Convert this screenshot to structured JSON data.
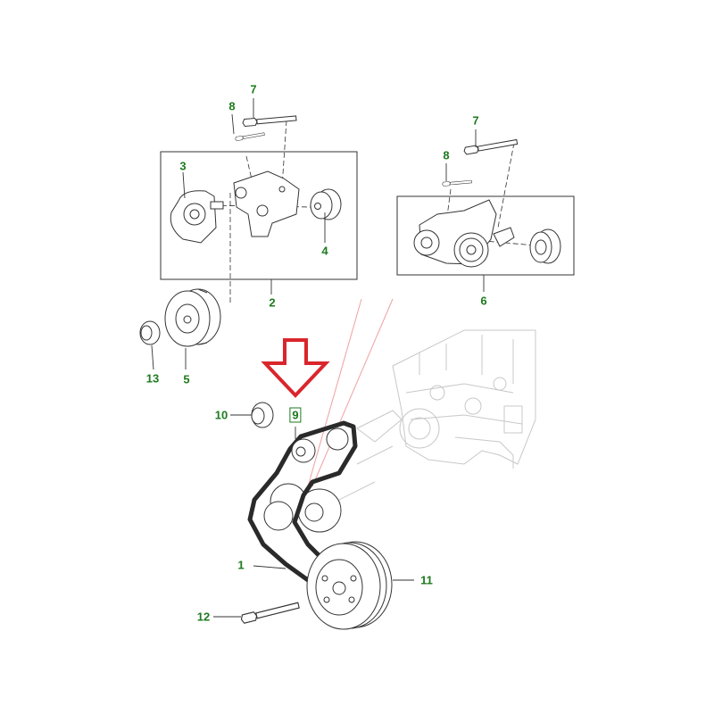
{
  "colors": {
    "callout": "#1e7a1e",
    "highlight_arrow": "#d9262c",
    "ink": "#333333",
    "ghost": "#c8c8c8",
    "belt": "#2a2a2a",
    "guide": "#f0a0a0"
  },
  "callouts": [
    {
      "id": "c1",
      "label": "1"
    },
    {
      "id": "c2",
      "label": "2"
    },
    {
      "id": "c3",
      "label": "3"
    },
    {
      "id": "c4",
      "label": "4"
    },
    {
      "id": "c5",
      "label": "5"
    },
    {
      "id": "c6",
      "label": "6"
    },
    {
      "id": "c7a",
      "label": "7"
    },
    {
      "id": "c7b",
      "label": "7"
    },
    {
      "id": "c8a",
      "label": "8"
    },
    {
      "id": "c8b",
      "label": "8"
    },
    {
      "id": "c9",
      "label": "9",
      "highlighted": true
    },
    {
      "id": "c10",
      "label": "10"
    },
    {
      "id": "c11",
      "label": "11"
    },
    {
      "id": "c12",
      "label": "12"
    },
    {
      "id": "c13",
      "label": "13"
    }
  ],
  "highlight": {
    "icon": "down-arrow-icon",
    "target": "9"
  }
}
